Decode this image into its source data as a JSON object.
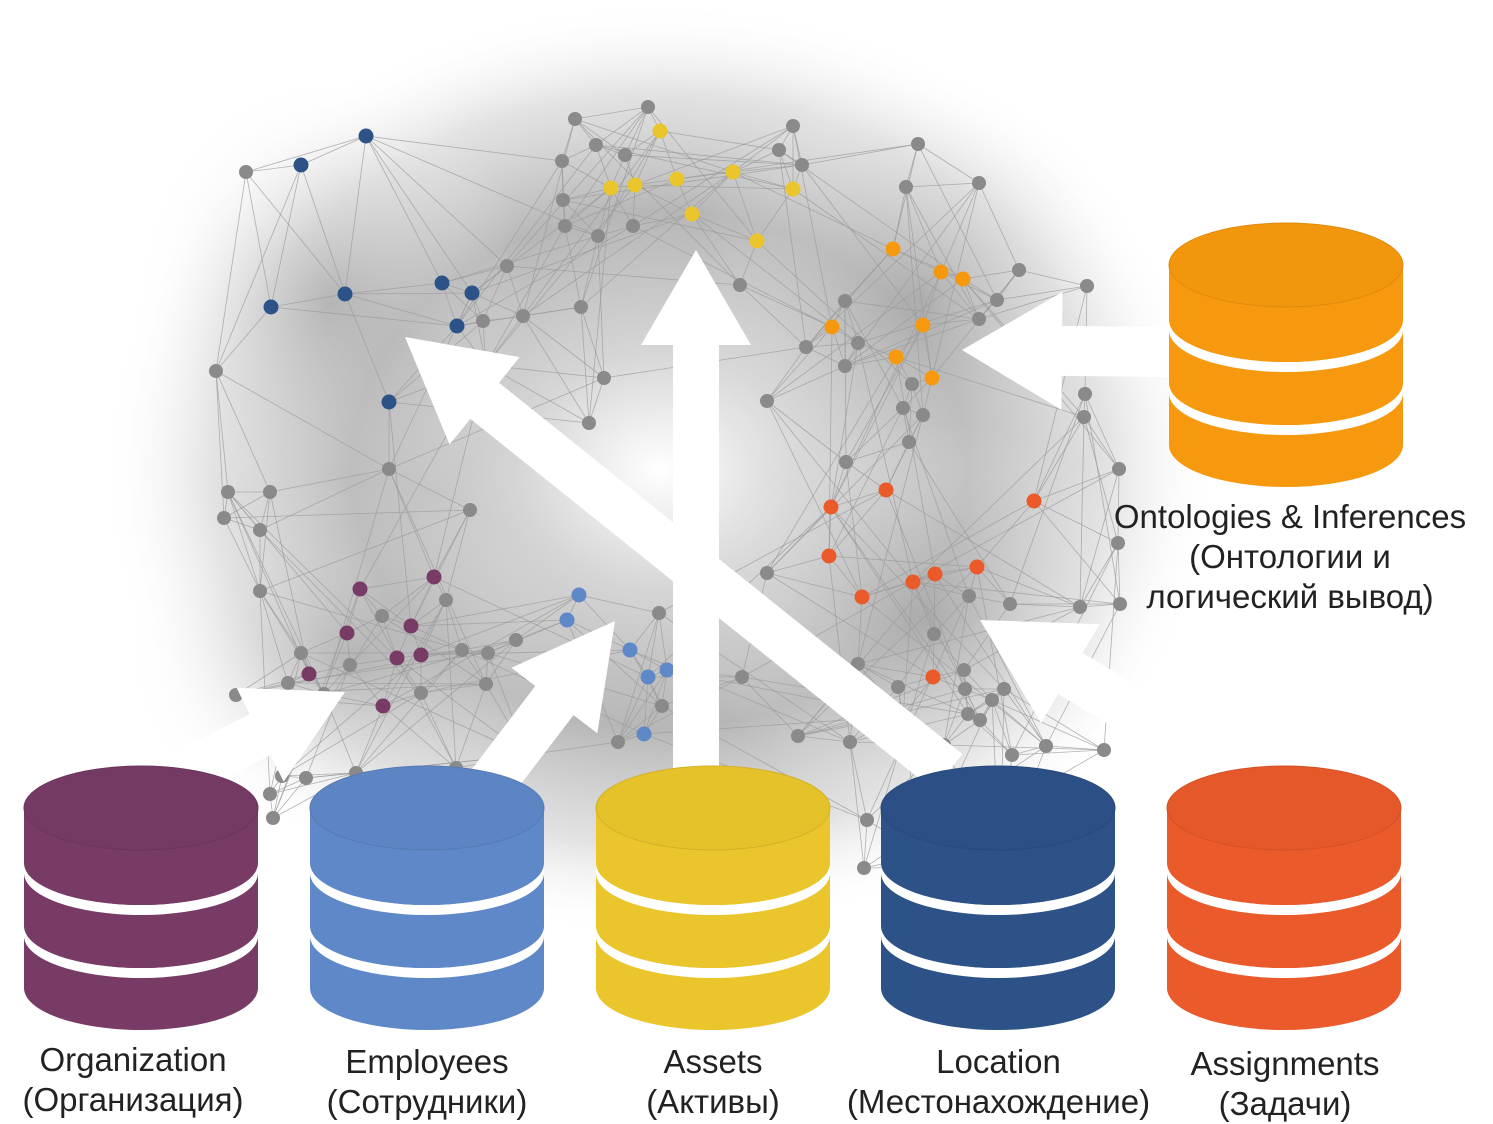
{
  "title": "",
  "databases": [
    {
      "id": "organization",
      "line1": "Organization",
      "line2": "(Организация)",
      "color": "#773B66"
    },
    {
      "id": "employees",
      "line1": "Employees",
      "line2": "(Сотрудники)",
      "color": "#5F88C8"
    },
    {
      "id": "assets",
      "line1": "Assets",
      "line2": "(Активы)",
      "color": "#EAC52B"
    },
    {
      "id": "location",
      "line1": "Location",
      "line2": "(Местонахождение)",
      "color": "#2D5288"
    },
    {
      "id": "assignments",
      "line1": "Assignments",
      "line2": "(Задачи)",
      "color": "#EA5A2A"
    },
    {
      "id": "ontologies",
      "line1": "Ontologies & Inferences",
      "line2": "(Онтологии и",
      "line3": "логический вывод)",
      "color": "#F7990E"
    }
  ],
  "graph": {
    "node_color": "#8a8a8a",
    "edge_color": "#9a9a9a",
    "cluster_colors": {
      "organization": "#773B66",
      "employees": "#5F88C8",
      "assets": "#EAC52B",
      "location": "#2D5288",
      "assignments": "#EA5A2A",
      "ontologies": "#F7990E"
    }
  },
  "arrow_color": "#ffffff"
}
